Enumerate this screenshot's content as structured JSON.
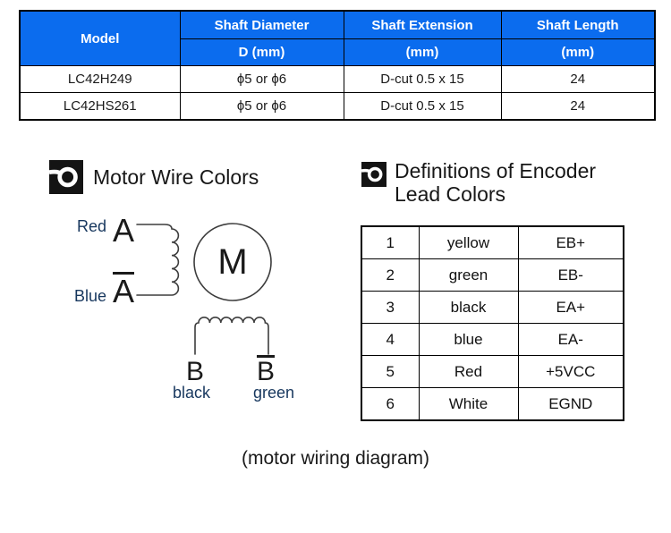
{
  "colors": {
    "table_header_blue": "#0b6cee",
    "table_header_text": "#ffffff",
    "wire_label_navy": "#17375e",
    "diagram_line": "#3d3d3d"
  },
  "spec_table": {
    "header": {
      "model": "Model",
      "diameter_title": "Shaft Diameter",
      "diameter_sub": "D (mm)",
      "extension_title": "Shaft Extension",
      "extension_sub": "(mm)",
      "length_title": "Shaft Length",
      "length_sub": "(mm)"
    },
    "rows": [
      {
        "model": "LC42H249",
        "diameter": "ϕ5 or ϕ6",
        "extension": "D-cut 0.5 x 15",
        "length": "24"
      },
      {
        "model": "LC42HS261",
        "diameter": "ϕ5 or ϕ6",
        "extension": "D-cut 0.5 x 15",
        "length": "24"
      }
    ]
  },
  "motor_section": {
    "title": "Motor Wire Colors",
    "icon": "winding-target-icon",
    "motor_symbol": "M",
    "phase_a": {
      "color": "Red",
      "terminal": "A"
    },
    "phase_a_bar": {
      "color": "Blue",
      "terminal": "A"
    },
    "phase_b": {
      "color": "black",
      "terminal": "B"
    },
    "phase_b_bar": {
      "color": "green",
      "terminal": "B"
    }
  },
  "encoder_section": {
    "title_line1": "Definitions of Encoder",
    "title_line2": "Lead Colors",
    "icon": "winding-target-icon",
    "rows": [
      {
        "pin": "1",
        "color": "yellow",
        "signal": "EB+"
      },
      {
        "pin": "2",
        "color": "green",
        "signal": "EB-"
      },
      {
        "pin": "3",
        "color": "black",
        "signal": "EA+"
      },
      {
        "pin": "4",
        "color": "blue",
        "signal": "EA-"
      },
      {
        "pin": "5",
        "color": "Red",
        "signal": "+5VCC"
      },
      {
        "pin": "6",
        "color": "White",
        "signal": "EGND"
      }
    ]
  },
  "caption": "(motor wiring diagram)"
}
